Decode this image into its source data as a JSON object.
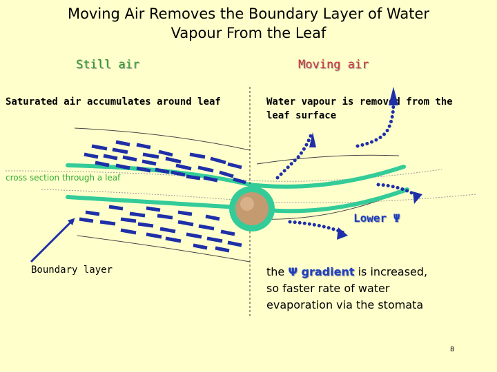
{
  "title_line1": "Moving Air Removes the Boundary Layer of Water",
  "title_line2": "Vapour From the Leaf",
  "left": {
    "heading": "Still air",
    "subheading": "Saturated air accumulates around leaf",
    "leaf_note": "cross section through a leaf",
    "boundary_label": "Boundary layer"
  },
  "right": {
    "heading": "Moving air",
    "subheading_line1": "Water vapour is removed from the",
    "subheading_line2": "leaf surface",
    "lower_label": "Lower Ψ",
    "explanation_pre": "the ",
    "explanation_gradient": "Ψ gradient",
    "explanation_post": " is increased,",
    "explanation_line2": "so faster rate of water",
    "explanation_line3": "evaporation via the stomata"
  },
  "page_number": "8",
  "colors": {
    "background": "#ffffcc",
    "leaf": "#33cc99",
    "dash": "#1e2fa8",
    "dot": "#1e2fa8",
    "heading_green": "#339933",
    "heading_red": "#cc3333"
  }
}
